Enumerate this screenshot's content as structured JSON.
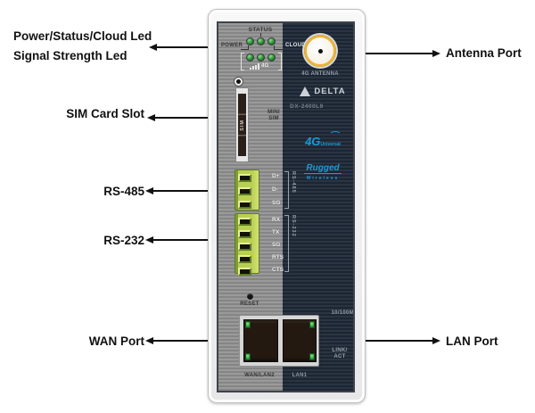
{
  "callouts": {
    "left": [
      {
        "label": "Power/Status/Cloud Led"
      },
      {
        "label": "Signal Strength Led"
      },
      {
        "label": "SIM Card Slot"
      },
      {
        "label": "RS-485"
      },
      {
        "label": "RS-232"
      },
      {
        "label": "WAN Port"
      }
    ],
    "right": [
      {
        "label": "Antenna Port"
      },
      {
        "label": "LAN Port"
      }
    ]
  },
  "device": {
    "top": {
      "status_label": "STATUS",
      "power_label": "POWER",
      "cloud_label": "CLOUD",
      "signal_4g_label": "4G"
    },
    "antenna": {
      "label": "4G ANTENNA"
    },
    "sim": {
      "slot_text": "SIM",
      "mini_line1": "MINI",
      "mini_line2": "SIM"
    },
    "branding": {
      "brand": "DELTA",
      "model": "DX-2400L9",
      "fourg_big": "4G",
      "fourg_small": "Universal",
      "rugged_line1": "Rugged",
      "rugged_line2": "Wireless"
    },
    "rs485": {
      "name": "RS-485",
      "pins": [
        "D+",
        "D-",
        "SG"
      ]
    },
    "rs232": {
      "name": "RS-232",
      "pins": [
        "RX",
        "TX",
        "SG",
        "RTS",
        "CTS"
      ]
    },
    "reset_label": "RESET",
    "ethernet": {
      "speed_label": "10/100M",
      "link_label_line1": "LINK/",
      "link_label_line2": "ACT",
      "wan_label": "WAN/LAN2",
      "lan_label": "LAN1"
    }
  },
  "colors": {
    "led_green": "#2f9e3a",
    "terminal_green": "#b9cf52",
    "antenna_ring_gold": "#e9b43c",
    "logo_blue": "#1b9ad6",
    "panel_gray": "#8f8f8f",
    "panel_navy": "#232e3c",
    "arrow_black": "#111111"
  }
}
